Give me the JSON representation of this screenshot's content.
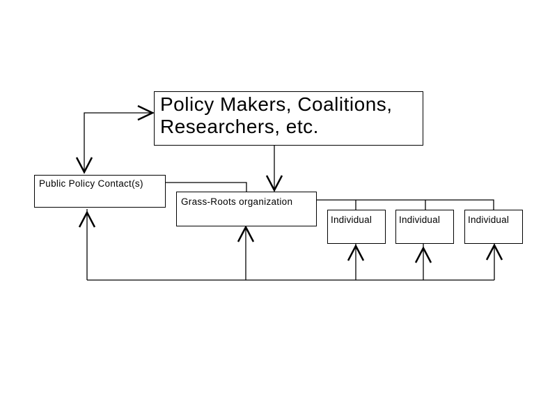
{
  "diagram": {
    "top": {
      "line1": "Policy Makers, Coalitions,",
      "line2": "Researchers, etc."
    },
    "contact": {
      "label": "Public Policy Contact(s)"
    },
    "grassroots": {
      "label": "Grass-Roots organization"
    },
    "individuals": [
      {
        "label": "Individual"
      },
      {
        "label": "Individual"
      },
      {
        "label": "Individual"
      }
    ]
  }
}
